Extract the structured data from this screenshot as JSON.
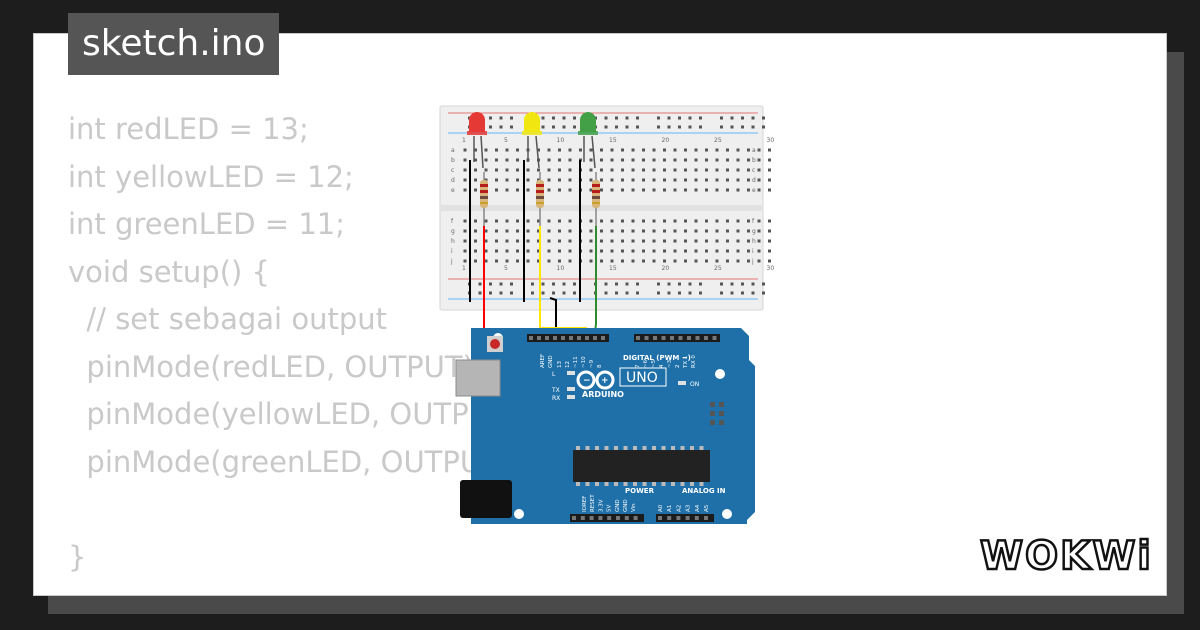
{
  "file": {
    "title": "sketch.ino"
  },
  "code_lines": [
    "int redLED = 13;",
    "int yellowLED = 12;",
    "int greenLED = 11;",
    "void setup() {",
    "  // set sebagai output",
    "  pinMode(redLED, OUTPUT);",
    "  pinMode(yellowLED, OUTPUT);",
    "  pinMode(greenLED, OUTPUT);",
    "",
    "}"
  ],
  "breadboard": {
    "column_numbers": [
      "1",
      "5",
      "10",
      "15",
      "20",
      "25",
      "30"
    ],
    "row_letters_top": [
      "a",
      "b",
      "c",
      "d",
      "e"
    ],
    "row_letters_bottom": [
      "f",
      "g",
      "h",
      "i",
      "j"
    ]
  },
  "leds": [
    {
      "name": "red",
      "color": "#e53935"
    },
    {
      "name": "yellow",
      "color": "#f2e611"
    },
    {
      "name": "green",
      "color": "#43a047"
    }
  ],
  "wires": {
    "red": "#ff0000",
    "yellow": "#ffe600",
    "green": "#2e8b2e",
    "black": "#000000"
  },
  "arduino": {
    "board_color": "#1f70a8",
    "brand": "ARDUINO",
    "model": "UNO",
    "digital_label": "DIGITAL (PWM ~)",
    "power_label": "POWER",
    "analog_label": "ANALOG IN",
    "indicators": [
      "L",
      "TX",
      "RX",
      "ON"
    ],
    "top_pins": [
      "AREF",
      "GND",
      "13",
      "12",
      "~11",
      "~10",
      "~9",
      "8",
      "7",
      "~6",
      "~5",
      "4",
      "~3",
      "2",
      "TX 1",
      "RX 0"
    ],
    "power_pins": [
      "IOREF",
      "RESET",
      "3.3V",
      "5V",
      "GND",
      "GND",
      "Vin"
    ],
    "analog_pins": [
      "A0",
      "A1",
      "A2",
      "A3",
      "A4",
      "A5"
    ]
  },
  "brand": {
    "logo_text": "WOKWi"
  },
  "colors": {
    "background": "#1d1d1d",
    "card": "#ffffff",
    "code_text": "#c9c9c9",
    "tab_bg": "#555555"
  }
}
